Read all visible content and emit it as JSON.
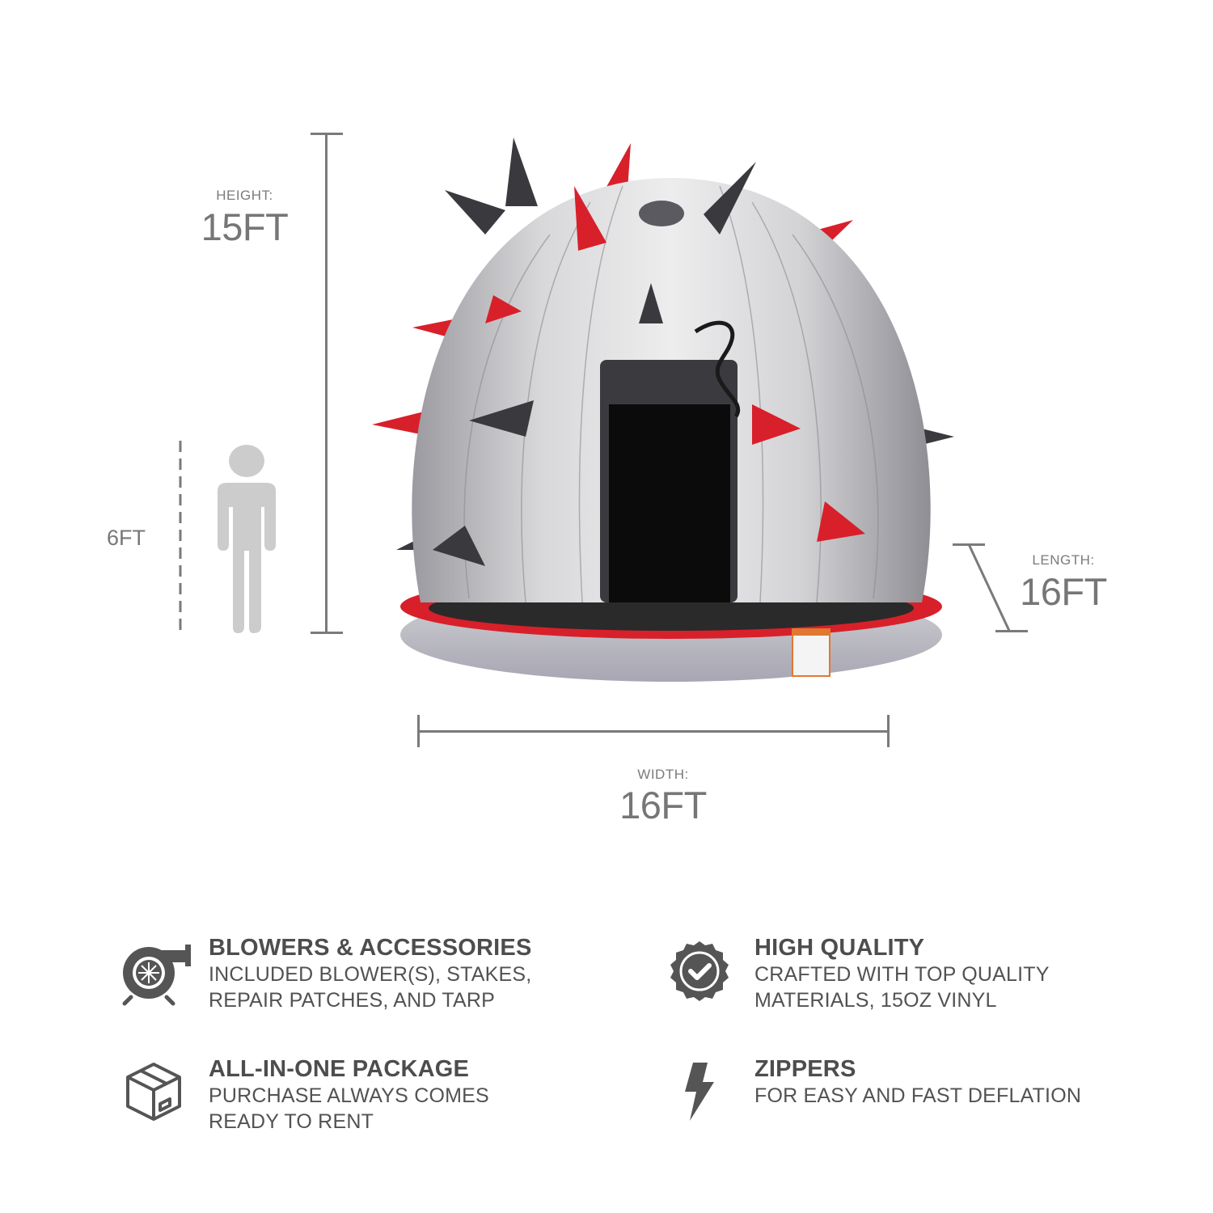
{
  "dimensions": {
    "height": {
      "label": "HEIGHT:",
      "value": "15FT"
    },
    "length": {
      "label": "LENGTH:",
      "value": "16FT"
    },
    "width": {
      "label": "WIDTH:",
      "value": "16FT"
    },
    "person": {
      "value": "6FT"
    }
  },
  "product": {
    "name": "spiked dome bounce house",
    "colors": {
      "body": "#c9c9cc",
      "red": "#d8202a",
      "dark": "#3a3a3e",
      "door": "#0b0b0b"
    }
  },
  "features": [
    {
      "icon": "blower-icon",
      "title": "BLOWERS & ACCESSORIES",
      "lines": [
        "INCLUDED BLOWER(S), STAKES,",
        "REPAIR PATCHES, AND TARP"
      ]
    },
    {
      "icon": "quality-badge-icon",
      "title": "HIGH QUALITY",
      "lines": [
        "CRAFTED WITH TOP QUALITY",
        "MATERIALS, 15OZ VINYL"
      ]
    },
    {
      "icon": "package-box-icon",
      "title": "ALL-IN-ONE PACKAGE",
      "lines": [
        "PURCHASE ALWAYS COMES",
        "READY TO RENT"
      ]
    },
    {
      "icon": "lightning-bolt-icon",
      "title": "ZIPPERS",
      "lines": [
        "FOR EASY AND FAST DEFLATION"
      ]
    }
  ]
}
